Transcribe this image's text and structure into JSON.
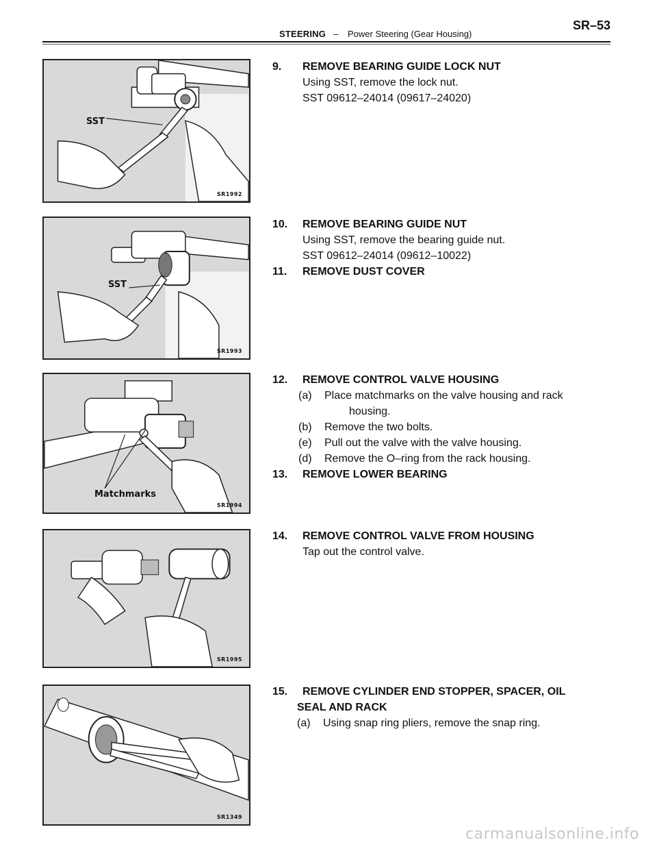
{
  "header": {
    "section": "STEERING",
    "separator": "–",
    "subsection": "Power Steering (Gear Housing)",
    "page": "SR–53"
  },
  "figures": [
    {
      "code": "SR1992",
      "label": "SST"
    },
    {
      "code": "SR1993",
      "label": "SST"
    },
    {
      "code": "SR1994",
      "label": "Matchmarks"
    },
    {
      "code": "SR1995"
    },
    {
      "code": "SR1349"
    }
  ],
  "steps": [
    {
      "number": "9.",
      "title": "REMOVE BEARING GUIDE LOCK NUT",
      "lines": [
        "Using SST, remove the lock nut.",
        "SST  09612–24014  (09617–24020)"
      ]
    },
    {
      "number": "10.",
      "title": "REMOVE BEARING GUIDE NUT",
      "lines": [
        "Using SST, remove the bearing guide nut.",
        "SST  09612–24014  (09612–10022)"
      ]
    },
    {
      "number": "11.",
      "title": "REMOVE DUST COVER"
    },
    {
      "number": "12.",
      "title": "REMOVE CONTROL VALVE HOUSING",
      "subs": [
        {
          "label": "(a)",
          "text": "Place  matchmarks  on  the  valve  housing  and  rack",
          "cont": "housing."
        },
        {
          "label": "(b)",
          "text": "Remove the two bolts."
        },
        {
          "label": "(e)",
          "text": "Pull out the valve with the valve housing."
        },
        {
          "label": "(d)",
          "text": "Remove the O–ring from the rack housing."
        }
      ]
    },
    {
      "number": "13.",
      "title": "REMOVE LOWER BEARING"
    },
    {
      "number": "14.",
      "title": "REMOVE CONTROL VALVE FROM HOUSING",
      "lines": [
        "Tap out the control valve."
      ]
    },
    {
      "number": "15.",
      "title": "REMOVE CYLINDER END STOPPER, SPACER, OIL",
      "title_cont": "SEAL AND RACK",
      "subs": [
        {
          "label": "(a)",
          "text": "Using snap ring pliers, remove the snap ring."
        }
      ]
    }
  ],
  "watermark": "carmanualsonline.info"
}
